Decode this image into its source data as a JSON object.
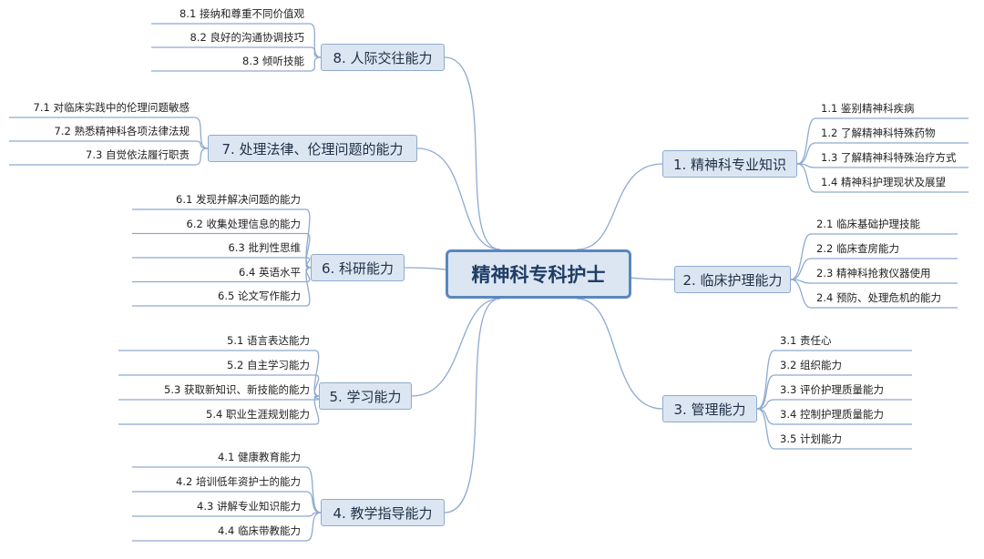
{
  "root": {
    "label": "精神科专科护士"
  },
  "branches": [
    {
      "id": "b1",
      "label": "1. 精神科专业知识",
      "items": [
        "1.1 鉴别精神科疾病",
        "1.2 了解精神科特殊药物",
        "1.3 了解精神科特殊治疗方式",
        "1.4 精神科护理现状及展望"
      ]
    },
    {
      "id": "b2",
      "label": "2. 临床护理能力",
      "items": [
        "2.1 临床基础护理技能",
        "2.2 临床查房能力",
        "2.3 精神科抢救仪器使用",
        "2.4 预防、处理危机的能力"
      ]
    },
    {
      "id": "b3",
      "label": "3. 管理能力",
      "items": [
        "3.1 责任心",
        "3.2 组织能力",
        "3.3 评价护理质量能力",
        "3.4 控制护理质量能力",
        "3.5 计划能力"
      ]
    },
    {
      "id": "b4",
      "label": "4. 教学指导能力",
      "items": [
        "4.1 健康教育能力",
        "4.2 培训低年资护士的能力",
        "4.3 讲解专业知识能力",
        "4.4 临床带教能力"
      ]
    },
    {
      "id": "b5",
      "label": "5. 学习能力",
      "items": [
        "5.1  语言表达能力",
        "5.2 自主学习能力",
        "5.3 获取新知识、新技能的能力",
        "5.4 职业生涯规划能力"
      ]
    },
    {
      "id": "b6",
      "label": "6. 科研能力",
      "items": [
        "6.1  发现并解决问题的能力",
        "6.2 收集处理信息的能力",
        "6.3 批判性思维",
        "6.4 英语水平",
        "6.5 论文写作能力"
      ]
    },
    {
      "id": "b7",
      "label": "7. 处理法律、伦理问题的能力",
      "items": [
        "7.1 对临床实践中的伦理问题敏感",
        "7.2 熟悉精神科各项法律法规",
        "7.3 自觉依法履行职责"
      ]
    },
    {
      "id": "b8",
      "label": "8. 人际交往能力",
      "items": [
        "8.1 接纳和尊重不同价值观",
        "8.2 良好的沟通协调技巧",
        "8.3 倾听技能"
      ]
    }
  ],
  "colors": {
    "line": "#8eaad0",
    "node_fill": "#dce6f2",
    "root_border": "#5a87bf"
  }
}
